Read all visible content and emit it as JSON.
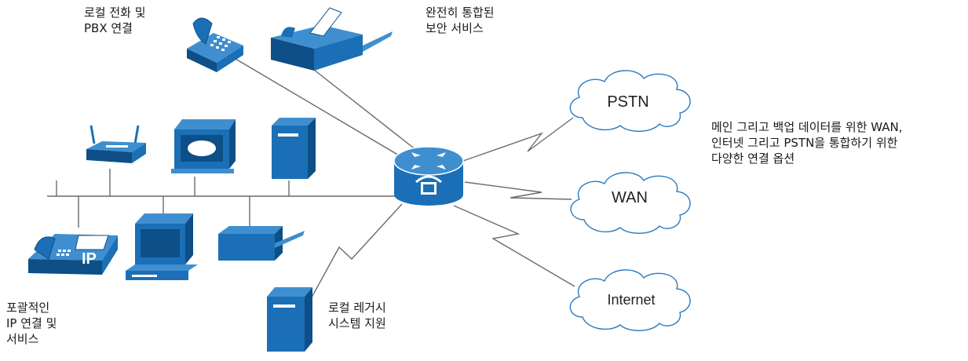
{
  "labels": {
    "pbx": [
      "로컬 전화 및",
      "PBX 연결"
    ],
    "security": [
      "완전히 통합된",
      "보안 서비스"
    ],
    "wan_options": [
      "메인 그리고 백업 데이터를 위한 WAN,",
      "인터넷 그리고 PSTN을 통합하기 위한",
      "다양한 연결 옵션"
    ],
    "ip": [
      "포괄적인",
      "IP 연결 및",
      "서비스"
    ],
    "legacy": [
      "로컬 레거시",
      "시스템 지원"
    ]
  },
  "clouds": {
    "pstn": "PSTN",
    "wan": "WAN",
    "internet": "Internet"
  },
  "ip_phone_text": "IP",
  "colors": {
    "device_blue": "#1b6fb6",
    "device_dark": "#0d4f86",
    "device_light": "#3f8fd0",
    "line": "#6b6b6b",
    "cloud_stroke": "#2a7ac0"
  }
}
